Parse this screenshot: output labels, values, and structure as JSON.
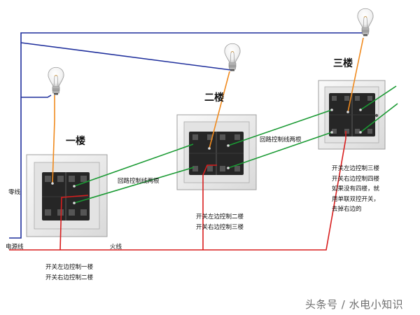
{
  "floors": [
    {
      "label": "一楼"
    },
    {
      "label": "二楼"
    },
    {
      "label": "三楼"
    }
  ],
  "labels": {
    "neutral": "零线",
    "power": "电源线",
    "live": "火线",
    "loop_1": "回路控制线两根",
    "loop_2": "回路控制线两根"
  },
  "notes": {
    "floor1": [
      "开关左边控制一楼",
      "开关右边控制二楼"
    ],
    "floor2": [
      "开关左边控制二楼",
      "开关右边控制三楼"
    ],
    "floor3": [
      "开关左边控制三楼",
      "开关右边控制四楼",
      "如果没有四楼，就",
      "用单联双控开关，",
      "去掉右边的"
    ]
  },
  "watermark": "头条号 / 水电小知识",
  "colors": {
    "neutral_wire": "#1f2f9c",
    "live_wire": "#d81e1e",
    "control_wire": "#1a9a33",
    "lamp_wire": "#f08a1e",
    "switch_plate": "#ececec",
    "switch_key": "#2a2a2a"
  }
}
